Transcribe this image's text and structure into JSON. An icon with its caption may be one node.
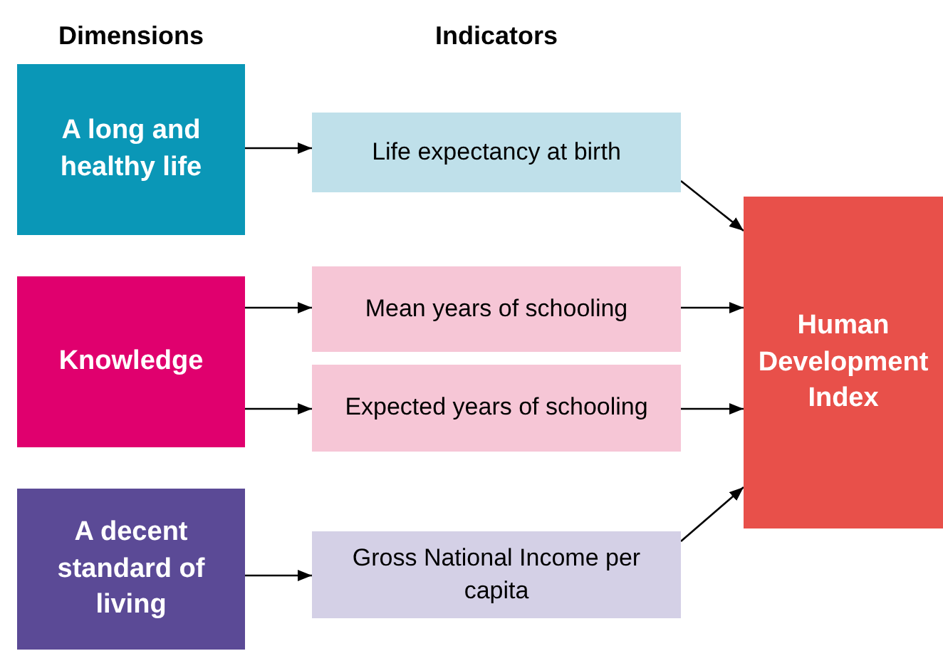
{
  "diagram": {
    "nodes": [
      {
        "text": [
          "A long and healthy life"
        ]
      },
      {
        "text": [
          "Knowledge"
        ]
      },
      {
        "text": [
          "A decent standard of living"
        ]
      },
      {
        "text": [
          "Life expectancy at birth"
        ]
      },
      {
        "text": [
          "Mean years of schooling"
        ]
      },
      {
        "text": [
          "Expected years of schooling"
        ]
      },
      {
        "text": [
          "Gross National Income per capita"
        ]
      },
      {
        "text": [
          "Human Development Index"
        ]
      }
    ],
    "edges": [
      {
        "from": 0,
        "to": 3,
        "arrow": "to"
      },
      {
        "from": 1,
        "to": 4,
        "arrow": "to"
      },
      {
        "from": 1,
        "to": 5,
        "arrow": "to"
      },
      {
        "from": 2,
        "to": 6,
        "arrow": "to"
      },
      {
        "from": 3,
        "to": 7,
        "arrow": "to"
      },
      {
        "from": 4,
        "to": 7,
        "arrow": "to"
      },
      {
        "from": 5,
        "to": 7,
        "arrow": "to"
      },
      {
        "from": 6,
        "to": 7,
        "arrow": "to"
      }
    ],
    "labels": [
      "Dimensions",
      "Indicators"
    ]
  }
}
